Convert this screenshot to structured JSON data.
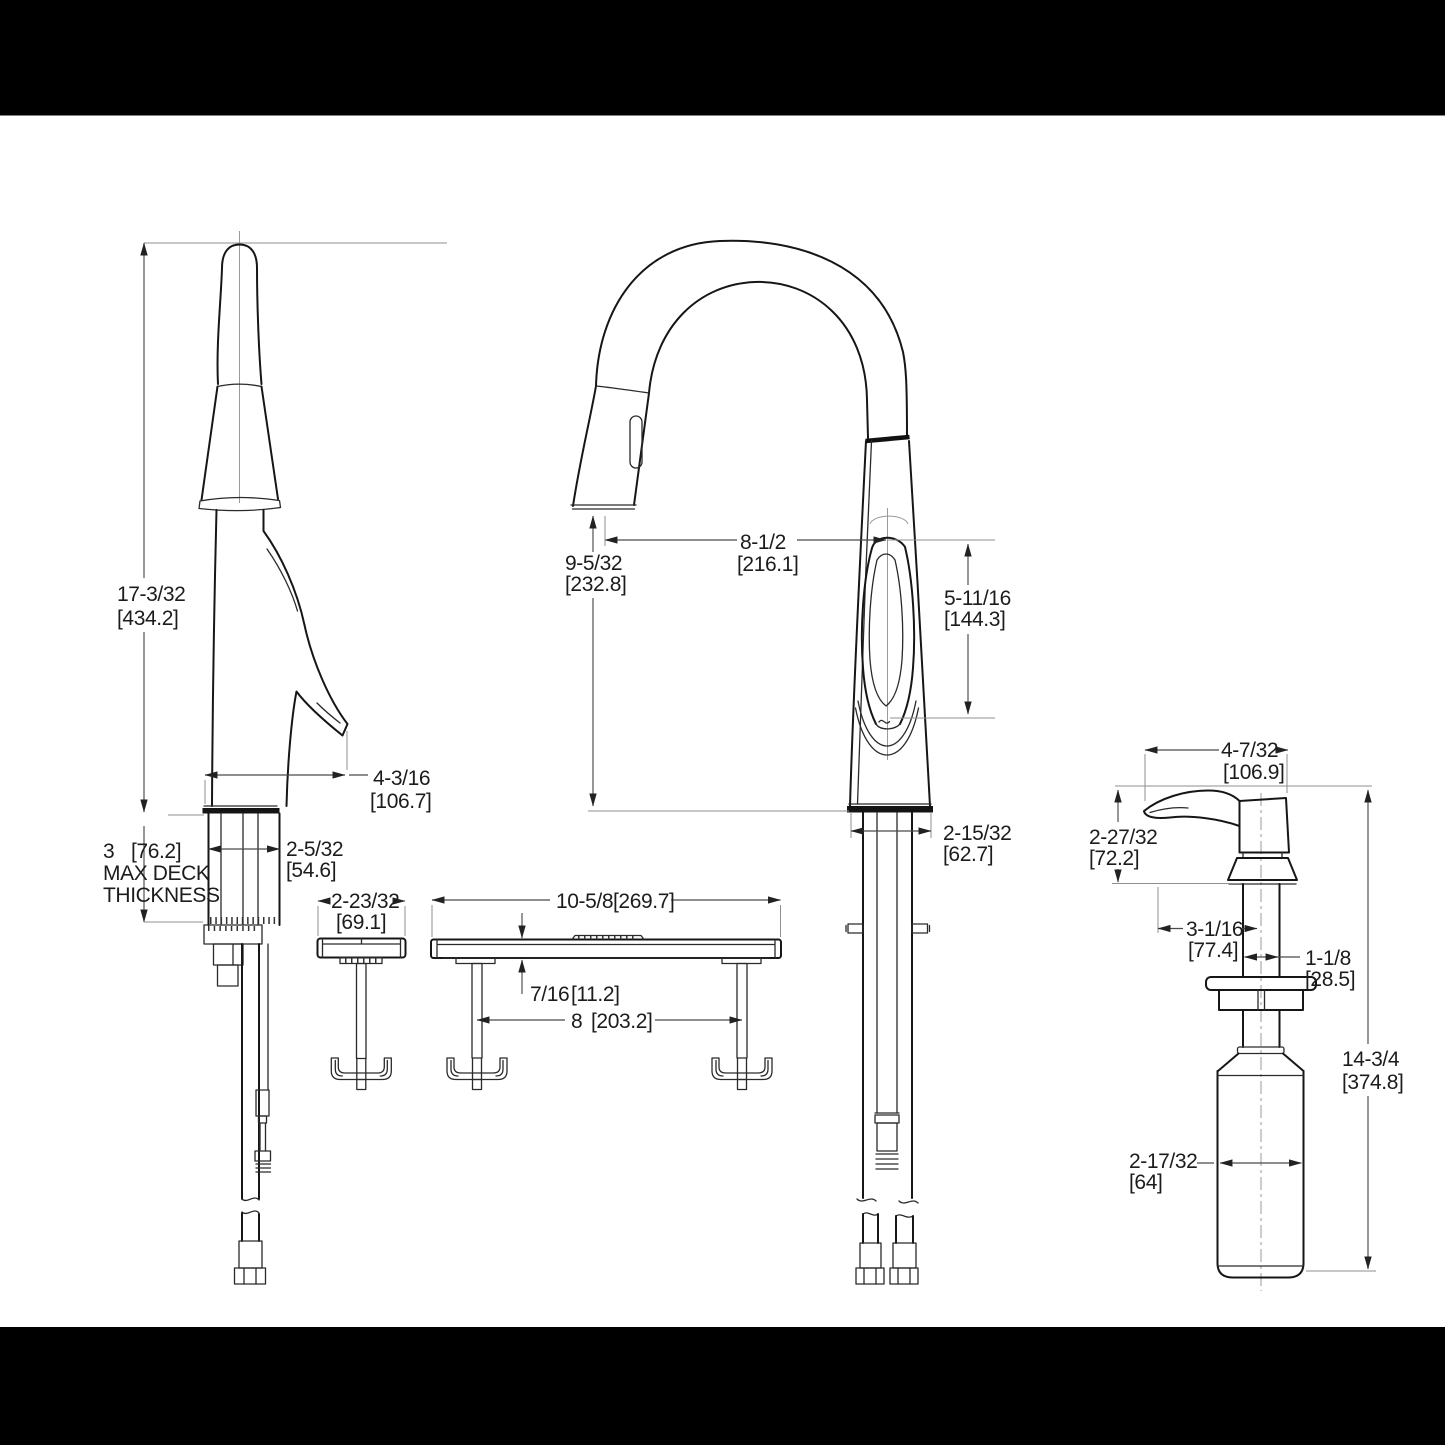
{
  "title": "Pull-down kitchen faucet with soap dispenser - installation dimension drawing",
  "colors": {
    "background": "#ffffff",
    "letterbox": "#000000",
    "line": "#161616",
    "dim_line": "#4a4a4a"
  },
  "dims": {
    "side_view": {
      "overall_height_in": "17-3/32",
      "overall_height_mm": "[434.2]",
      "spout_reach_in": "4-3/16",
      "spout_reach_mm": "[106.7]",
      "max_deck_in": "3",
      "max_deck_mm": "[76.2]",
      "max_deck_line2": "MAX DECK",
      "max_deck_line3": "THICKNESS",
      "shank_width_in": "2-5/32",
      "shank_width_mm": "[54.6]"
    },
    "front_view": {
      "spout_height_in": "9-5/32",
      "spout_height_mm": "[232.8]",
      "spout_reach_in": "8-1/2",
      "spout_reach_mm": "[216.1]",
      "handle_height_in": "5-11/16",
      "handle_height_mm": "[144.3]",
      "base_width_in": "2-15/32",
      "base_width_mm": "[62.7]"
    },
    "deck_plate_side": {
      "width_in": "2-23/32",
      "width_mm": "[69.1]"
    },
    "deck_plate_front": {
      "width_in": "10-5/8",
      "width_mm": "[269.7]",
      "thickness_in": "7/16",
      "thickness_mm": "[11.2]",
      "bolt_spacing_in": "8",
      "bolt_spacing_mm": "[203.2]"
    },
    "soap_dispenser": {
      "spout_length_in": "4-7/32",
      "spout_length_mm": "[106.9]",
      "head_height_in": "2-27/32",
      "head_height_mm": "[72.2]",
      "spout_reach_in": "3-1/16",
      "spout_reach_mm": "[77.4]",
      "shank_dia_in": "1-1/8",
      "shank_dia_mm": "[28.5]",
      "overall_height_in": "14-3/4",
      "overall_height_mm": "[374.8]",
      "bottle_dia_in": "2-17/32",
      "bottle_dia_mm": "[64]"
    }
  }
}
